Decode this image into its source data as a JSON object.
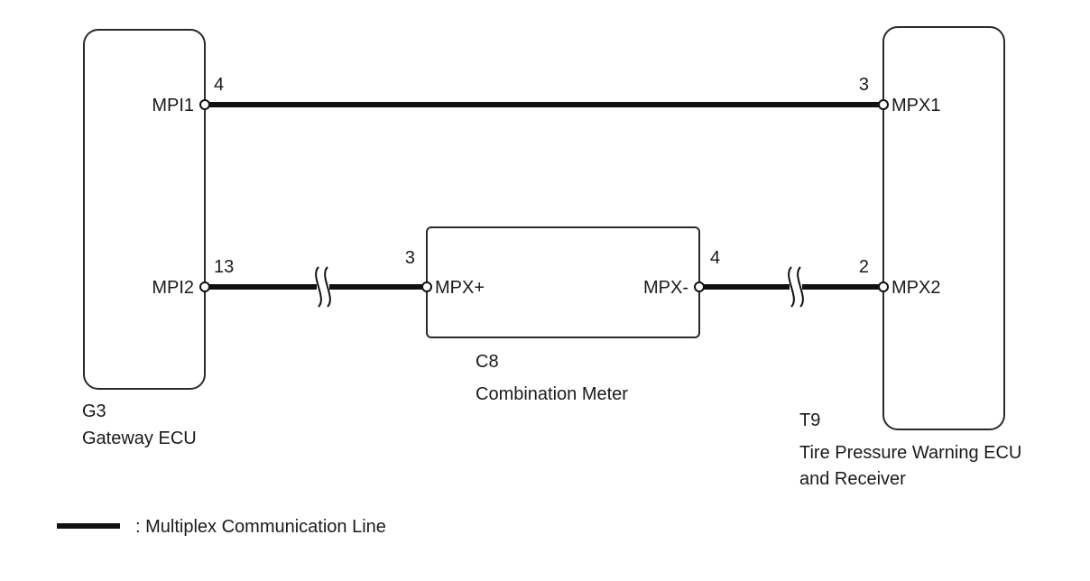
{
  "components": {
    "gateway": {
      "code": "G3",
      "name": "Gateway ECU",
      "pins": {
        "mpi1": {
          "label": "MPI1",
          "number": "4"
        },
        "mpi2": {
          "label": "MPI2",
          "number": "13"
        }
      }
    },
    "meter": {
      "code": "C8",
      "name": "Combination Meter",
      "pins": {
        "mpx_plus": {
          "label": "MPX+",
          "number": "3"
        },
        "mpx_minus": {
          "label": "MPX-",
          "number": "4"
        }
      }
    },
    "tpws": {
      "code": "T9",
      "name_line1": "Tire Pressure Warning ECU",
      "name_line2": "and Receiver",
      "pins": {
        "mpx1": {
          "label": "MPX1",
          "number": "3"
        },
        "mpx2": {
          "label": "MPX2",
          "number": "2"
        }
      }
    }
  },
  "legend": {
    "text": ": Multiplex Communication Line"
  },
  "colors": {
    "line": "#111111",
    "outline": "#2a2a2a",
    "background": "#ffffff"
  }
}
